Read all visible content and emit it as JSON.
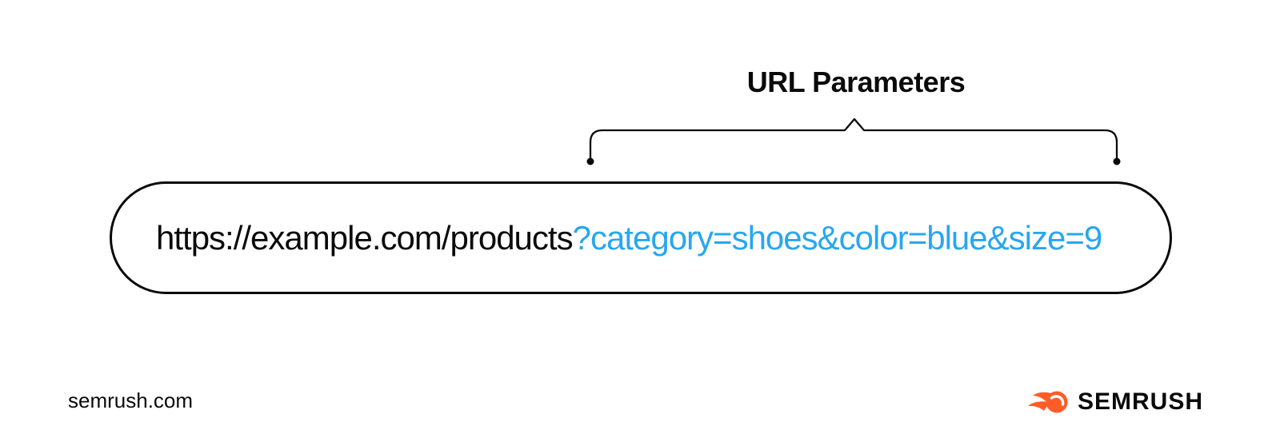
{
  "annotation": {
    "label": "URL Parameters"
  },
  "url_bar": {
    "base_url": "https://example.com/products",
    "parameters": "?category=shoes&color=blue&size=9"
  },
  "footer": {
    "website": "semrush.com",
    "brand": "SEMRUSH"
  },
  "colors": {
    "ink": "#0a0a0a",
    "param_blue": "#28a7f0",
    "brand_orange": "#ff5c28"
  }
}
